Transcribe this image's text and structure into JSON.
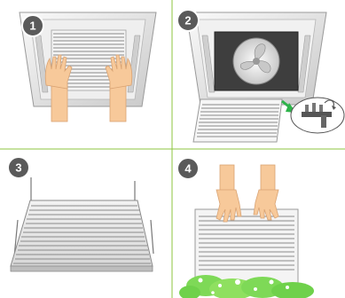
{
  "steps": [
    {
      "number": "1"
    },
    {
      "number": "2"
    },
    {
      "number": "3"
    },
    {
      "number": "4"
    }
  ],
  "colors": {
    "divider": "#8cc63f",
    "badge": "#5a5a5a",
    "skin": "#f7c99a",
    "panel": "#e9e9e9",
    "grille_line": "#8a8a8a",
    "arrow": "#2eb34a",
    "foam": "#7ed957"
  }
}
